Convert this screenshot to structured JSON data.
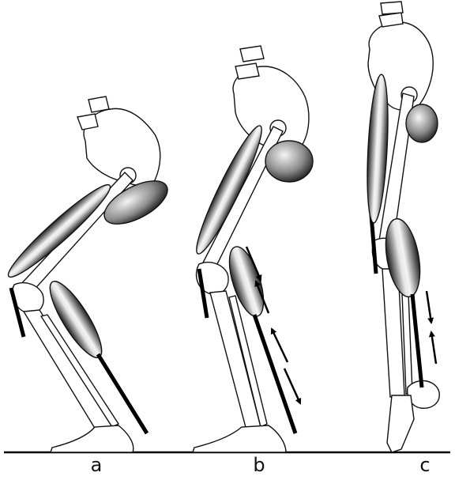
{
  "figure": {
    "panels": [
      {
        "id": "a",
        "label": "a"
      },
      {
        "id": "b",
        "label": "b"
      },
      {
        "id": "c",
        "label": "c"
      }
    ]
  },
  "colors": {
    "bone_outline": "#111111",
    "bone_fill": "#ffffff",
    "muscle_dark": "#222222",
    "muscle_light": "#f2f2f2",
    "tendon": "#000000",
    "ground": "#000000"
  }
}
